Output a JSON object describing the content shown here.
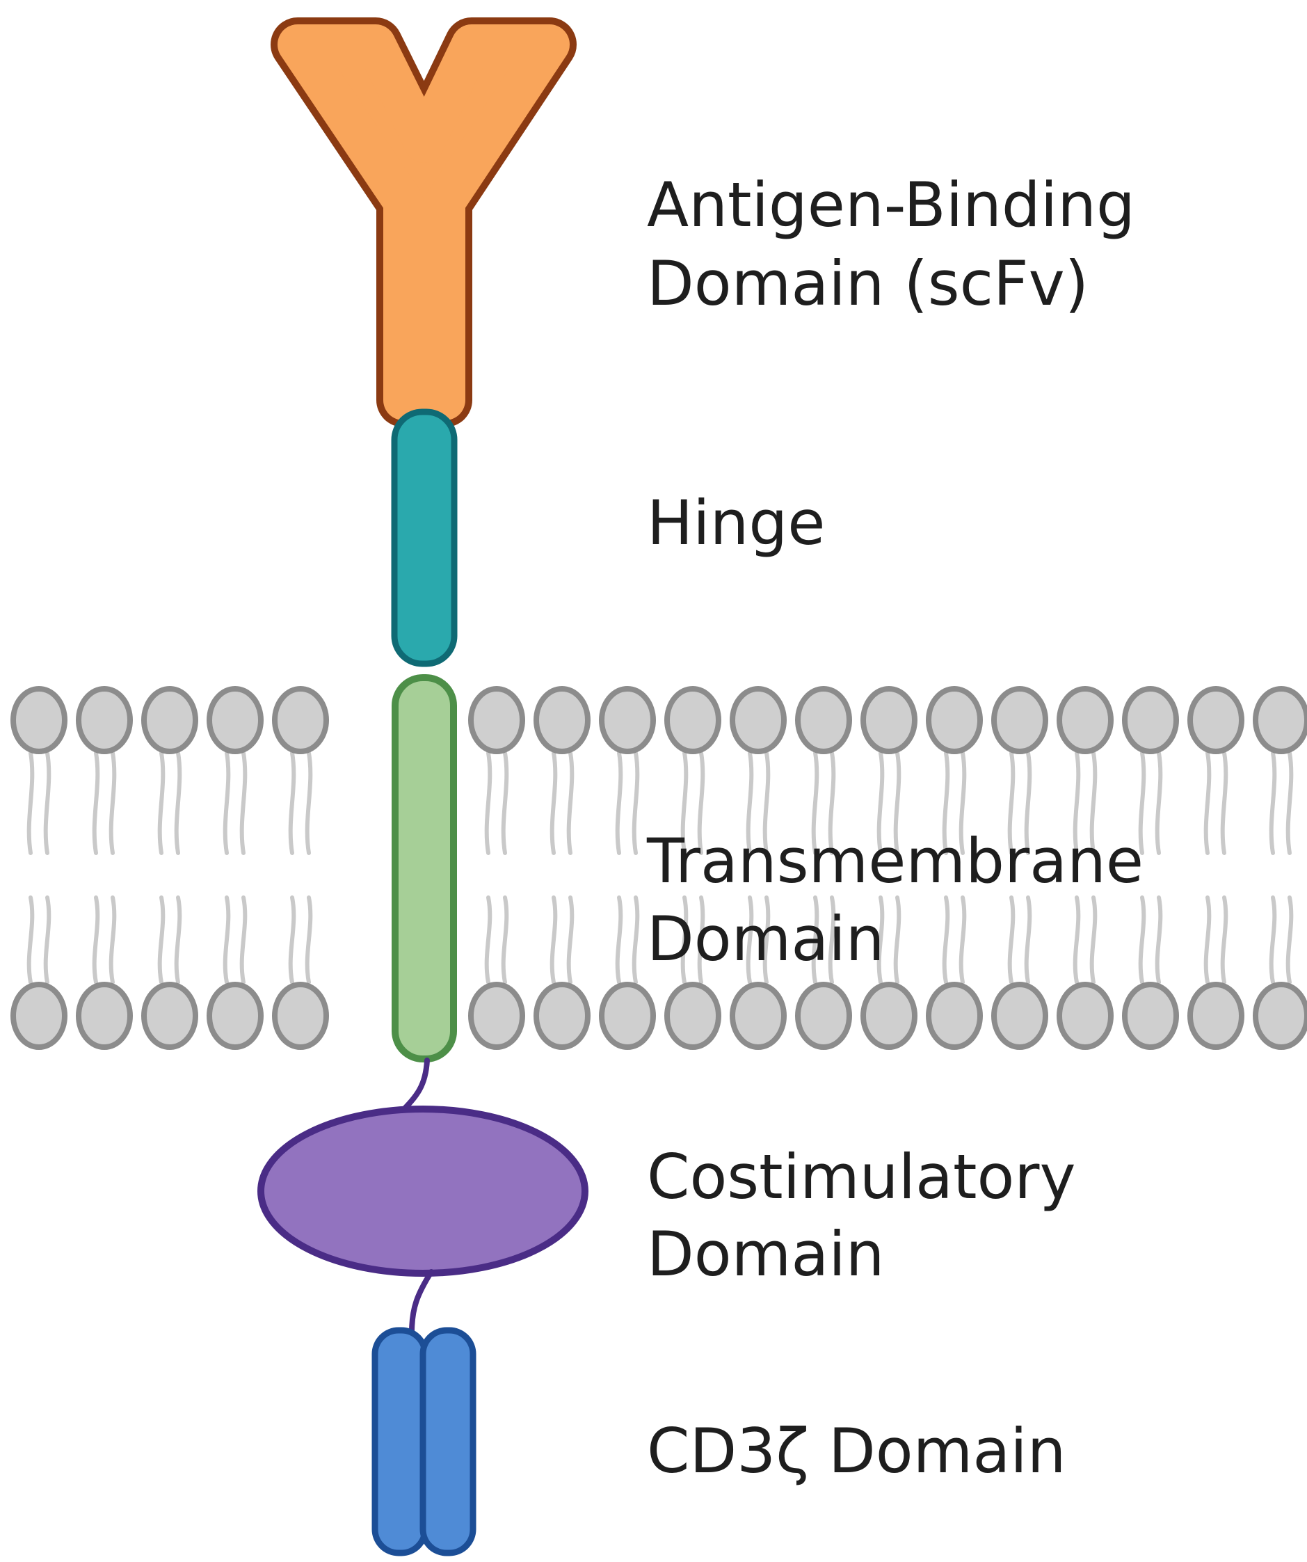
{
  "labels": {
    "antigen_line1": "Antigen-Binding",
    "antigen_line2": "Domain (scFv)",
    "hinge": "Hinge",
    "transmembrane_line1": "Transmembrane",
    "transmembrane_line2": "Domain",
    "costim_line1": "Costimulatory",
    "costim_line2": "Domain",
    "cd3z": "CD3ζ Domain"
  },
  "colors": {
    "scfv_fill": "#f9a55b",
    "scfv_stroke": "#8b3a12",
    "hinge_fill": "#2aa9ad",
    "hinge_stroke": "#0f6a74",
    "tm_fill": "#a6cf97",
    "tm_stroke": "#4d8f48",
    "costim_fill": "#9273bf",
    "costim_stroke": "#4a2c86",
    "cd3z_fill": "#4f8bd6",
    "cd3z_stroke": "#1c4e96",
    "lipid_head_fill": "#cfcfcf",
    "lipid_head_stroke": "#8c8c8c",
    "lipid_tail": "#c9c9c9"
  }
}
